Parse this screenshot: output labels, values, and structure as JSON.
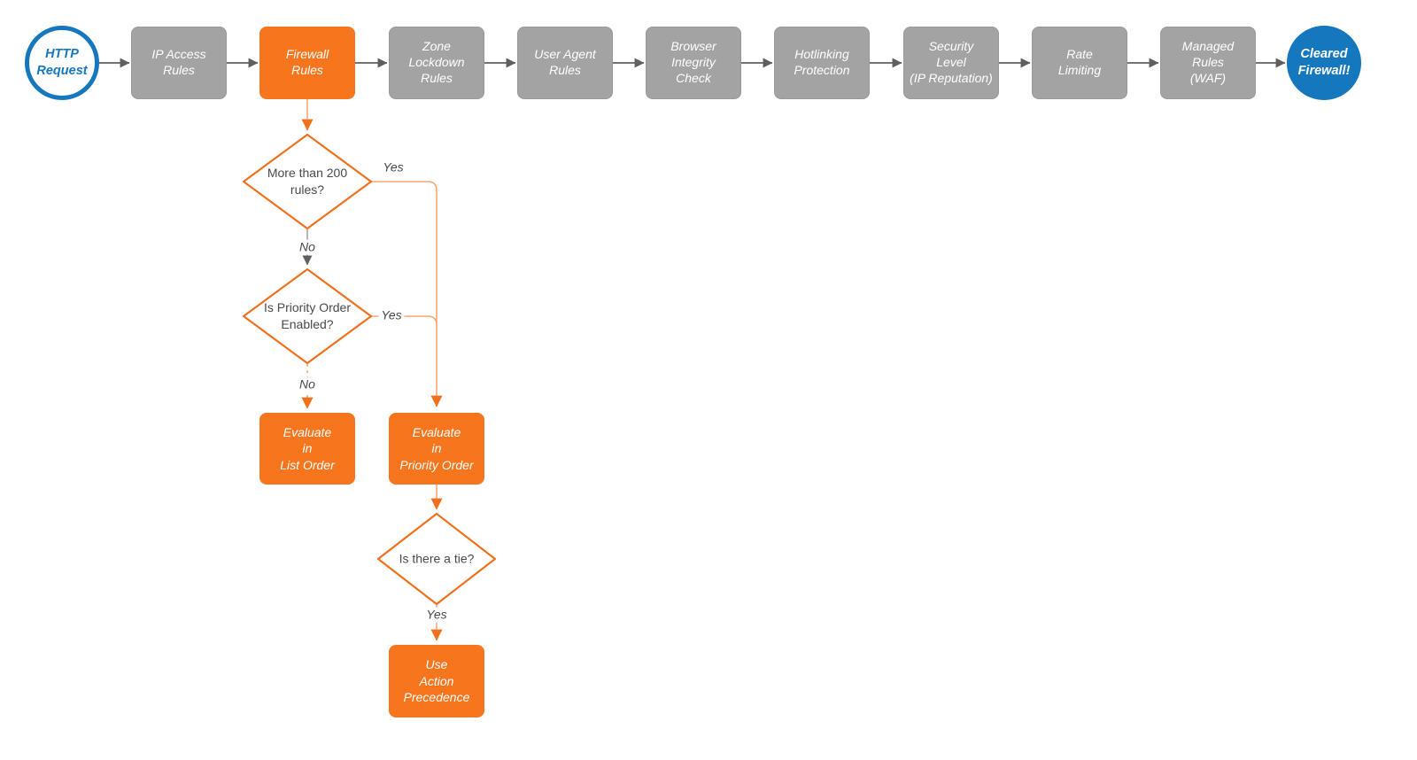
{
  "colors": {
    "orange": "#F7751D",
    "orange-arrow": "#F2701B",
    "connector-orange": "#F5A877",
    "gray-node": "#A3A3A3",
    "gray-node-border": "#8F8F8F",
    "arrow-gray": "#5F5F5F",
    "connector-gray": "#9A9A9A",
    "blue": "#1577BE",
    "text-dark": "#4A4A4A",
    "background": "#FFFFFF"
  },
  "flow": {
    "start": {
      "label": [
        "HTTP",
        "Request"
      ]
    },
    "stages": [
      {
        "label": [
          "IP Access",
          "Rules"
        ]
      },
      {
        "label": [
          "Firewall",
          "Rules"
        ]
      },
      {
        "label": [
          "Zone",
          "Lockdown",
          "Rules"
        ]
      },
      {
        "label": [
          "User Agent",
          "Rules"
        ]
      },
      {
        "label": [
          "Browser",
          "Integrity",
          "Check"
        ]
      },
      {
        "label": [
          "Hotlinking",
          "Protection"
        ]
      },
      {
        "label": [
          "Security",
          "Level",
          "(IP Reputation)"
        ]
      },
      {
        "label": [
          "Rate",
          "Limiting"
        ]
      },
      {
        "label": [
          "Managed",
          "Rules",
          "(WAF)"
        ]
      }
    ],
    "end": {
      "label": [
        "Cleared",
        "Firewall!"
      ]
    },
    "decisions": [
      {
        "label": [
          "More than",
          "200 rules?"
        ]
      },
      {
        "label": [
          "Is",
          "Priority Order",
          "Enabled?"
        ]
      },
      {
        "label": [
          "Is there a tie?"
        ]
      }
    ],
    "actions": [
      {
        "label": [
          "Evaluate",
          "in",
          "List Order"
        ]
      },
      {
        "label": [
          "Evaluate",
          "in",
          "Priority Order"
        ]
      },
      {
        "label": [
          "Use",
          "Action",
          "Precedence"
        ]
      }
    ],
    "edge_labels": {
      "d1_yes": "Yes",
      "d1_no": "No",
      "d2_yes": "Yes",
      "d2_no": "No",
      "d3_yes": "Yes"
    }
  }
}
